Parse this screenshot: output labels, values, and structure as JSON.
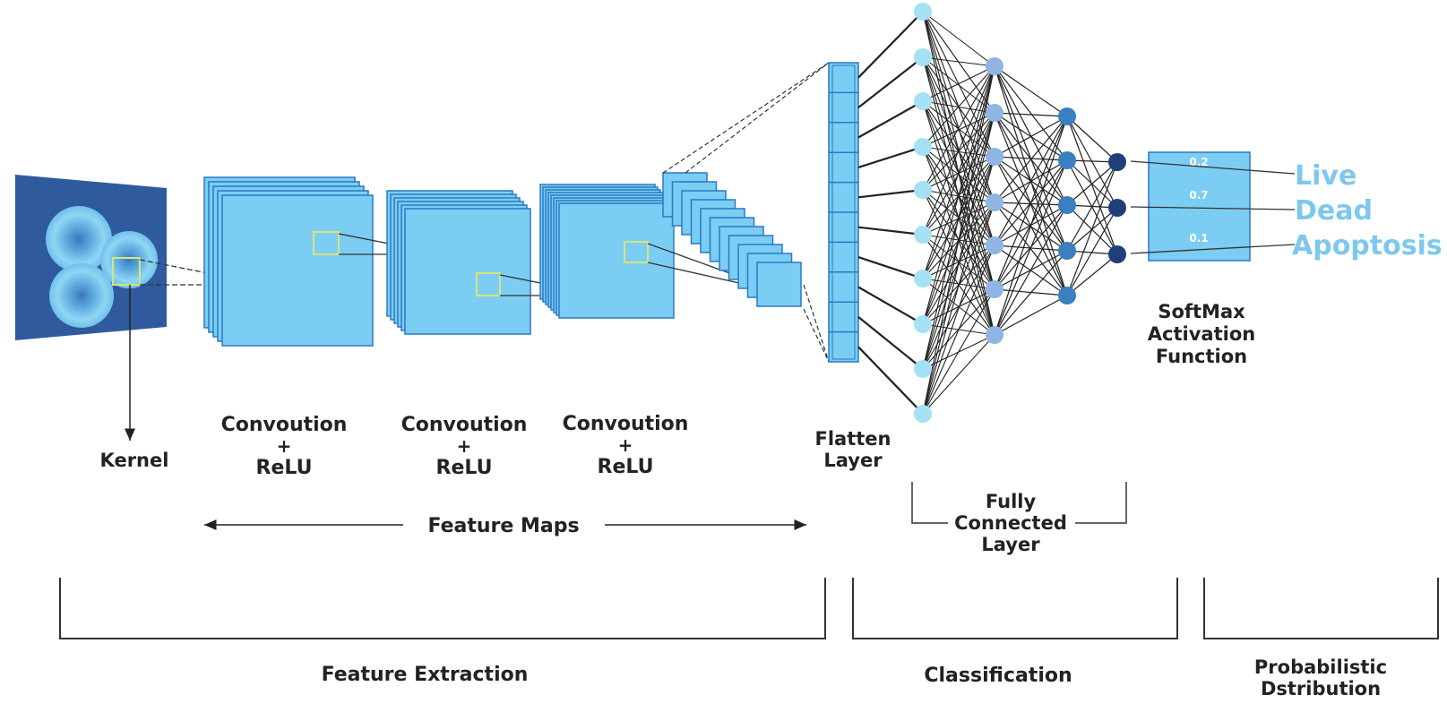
{
  "labels": {
    "kernel": "Kernel",
    "conv_line1": "Convoution",
    "conv_line2": "+",
    "conv_line3": "ReLU",
    "flatten_line1": "Flatten",
    "flatten_line2": "Layer",
    "feature_maps": "Feature Maps",
    "fc_line1": "Fully",
    "fc_line2": "Connected",
    "fc_line3": "Layer",
    "softmax_line1": "SoftMax",
    "softmax_line2": "Activation",
    "softmax_line3": "Function",
    "feature_extraction": "Feature Extraction",
    "classification": "Classification",
    "prob_line1": "Probabilistic",
    "prob_line2": "Dstribution"
  },
  "outputs": [
    {
      "prob": "0.2",
      "label": "Live"
    },
    {
      "prob": "0.7",
      "label": "Dead"
    },
    {
      "prob": "0.1",
      "label": "Apoptosis"
    }
  ],
  "colors": {
    "map_fill": "#7ccdf3",
    "map_stroke": "#2a79c6",
    "input_bg": "#2f5a9e",
    "node_light": "#a4e1f5",
    "node_mid1": "#8fb6e3",
    "node_mid2": "#3a7fbf",
    "node_dark": "#1e3f77",
    "output_text": "#7ec8ee",
    "kernel_box": "#d9e37a"
  }
}
